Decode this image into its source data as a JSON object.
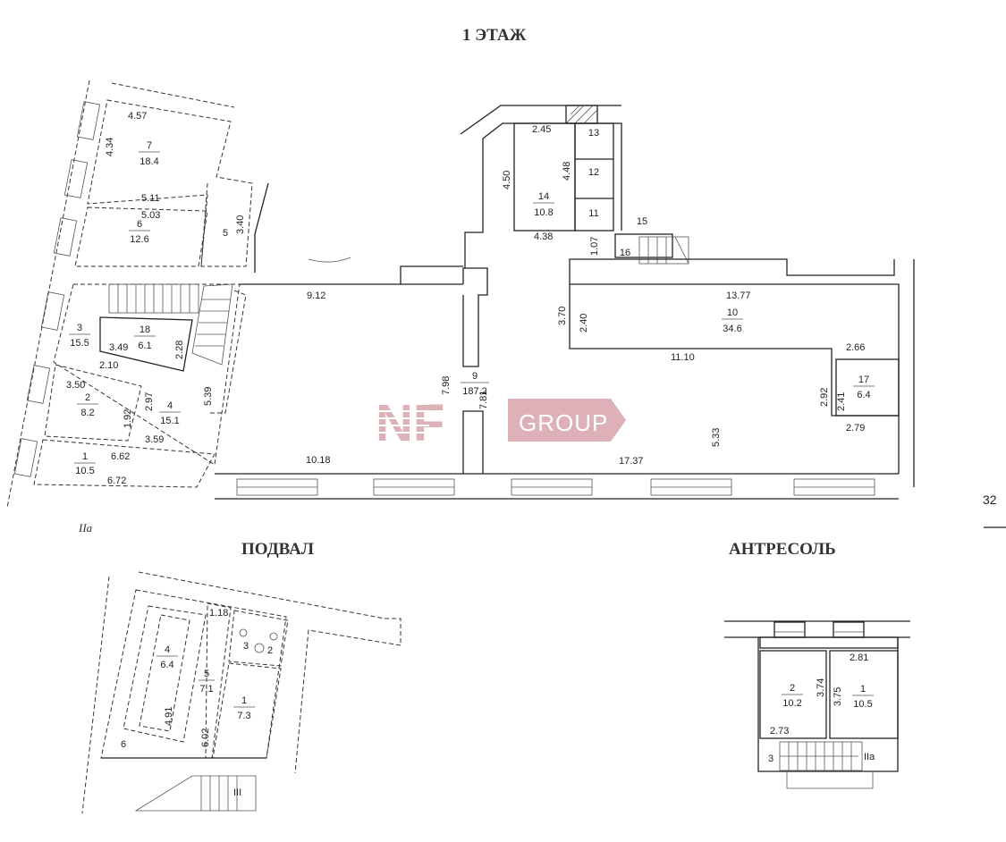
{
  "titles": {
    "floor1": "1 ЭТАЖ",
    "basement": "ПОДВАЛ",
    "mezzanine": "АНТРЕСОЛЬ"
  },
  "page_number": "32",
  "section_mark": "IIa",
  "watermark": {
    "logo": "NF",
    "text": "GROUP",
    "color": "#d9a3ab"
  },
  "floor1": {
    "rooms": [
      {
        "number": "1",
        "area": "10.5"
      },
      {
        "number": "2",
        "area": "8.2"
      },
      {
        "number": "3",
        "area": "15.5"
      },
      {
        "number": "4",
        "area": "15.1"
      },
      {
        "number": "5",
        "area": ""
      },
      {
        "number": "6",
        "area": "12.6"
      },
      {
        "number": "7",
        "area": "18.4"
      },
      {
        "number": "9",
        "area": "187.2"
      },
      {
        "number": "10",
        "area": "34.6"
      },
      {
        "number": "11",
        "area": ""
      },
      {
        "number": "12",
        "area": ""
      },
      {
        "number": "13",
        "area": ""
      },
      {
        "number": "14",
        "area": "10.8"
      },
      {
        "number": "15",
        "area": ""
      },
      {
        "number": "16",
        "area": ""
      },
      {
        "number": "17",
        "area": "6.4"
      },
      {
        "number": "18",
        "area": "6.1"
      }
    ],
    "dimensions": [
      "4.57",
      "4.34",
      "5.11",
      "5.03",
      "3.40",
      "9.12",
      "3.49",
      "2.28",
      "2.10",
      "3.50",
      "2.97",
      "5.39",
      "1.92",
      "3.59",
      "6.62",
      "6.72",
      "10.18",
      "7.98",
      "7.81",
      "2.45",
      "4.50",
      "4.48",
      "4.38",
      "1.07",
      "13.77",
      "3.70",
      "2.40",
      "11.10",
      "2.66",
      "2.92",
      "2.41",
      "2.79",
      "5.33",
      "17.37"
    ]
  },
  "basement": {
    "rooms": [
      {
        "number": "1",
        "area": "7.3"
      },
      {
        "number": "2",
        "area": ""
      },
      {
        "number": "3",
        "area": ""
      },
      {
        "number": "4",
        "area": "6.4"
      },
      {
        "number": "5",
        "area": "7.1"
      },
      {
        "number": "6",
        "area": ""
      }
    ],
    "dimensions": [
      "1.18",
      "4.91",
      "6.02"
    ],
    "stair_mark": "III"
  },
  "mezzanine": {
    "rooms": [
      {
        "number": "1",
        "area": "10.5"
      },
      {
        "number": "2",
        "area": "10.2"
      },
      {
        "number": "3",
        "area": ""
      }
    ],
    "dimensions": [
      "2.81",
      "3.74",
      "3.75",
      "2.73"
    ],
    "stair_mark": "IIa"
  }
}
